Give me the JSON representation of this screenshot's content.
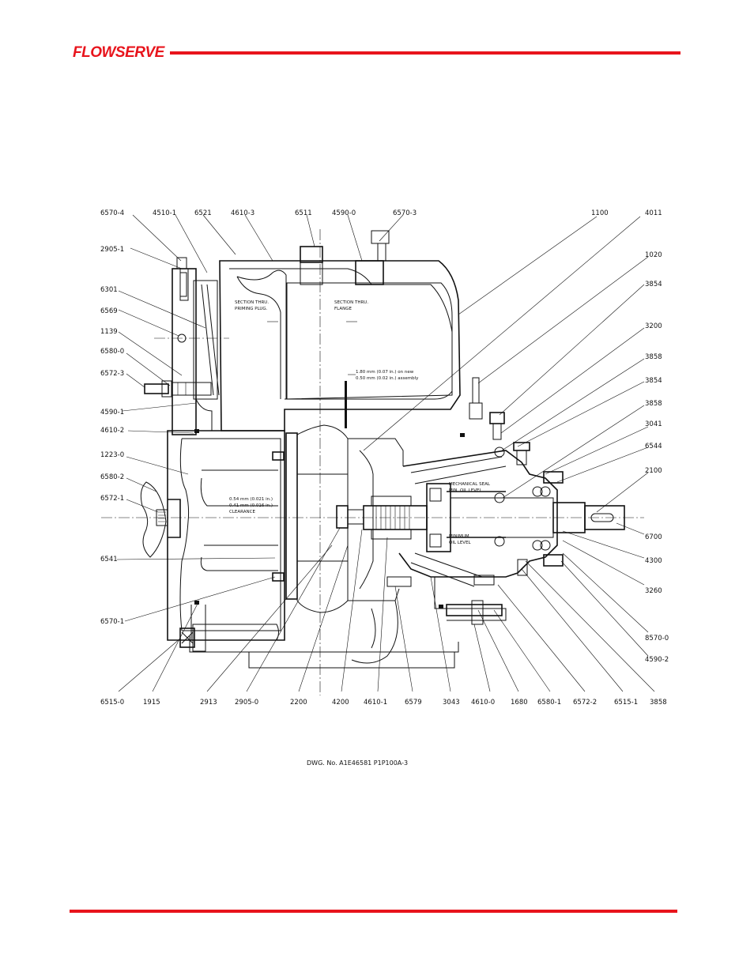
{
  "header": {
    "brand": "FLOWSERVE",
    "accent_color": "#e8141c"
  },
  "drawing": {
    "part_labels": [
      "6570-4",
      "4510-1",
      "6521",
      "4610-3",
      "6511",
      "4590-0",
      "6570-3",
      "1100",
      "4011",
      "2905-1",
      "1020",
      "6301",
      "3854",
      "6569",
      "3200",
      "1139",
      "3858",
      "6580-0",
      "3854",
      "6572-3",
      "3858",
      "4590-1",
      "3041",
      "4610-2",
      "6544",
      "1223-0",
      "2100",
      "6580-2",
      "6572-1",
      "6700",
      "6541",
      "4300",
      "3260",
      "6570-1",
      "8570-0",
      "4590-2",
      "6515-0",
      "1915",
      "2913",
      "2905-0",
      "2200",
      "4200",
      "4610-1",
      "6579",
      "3043",
      "4610-0",
      "1680",
      "6580-1",
      "6572-2",
      "6515-1",
      "3858"
    ],
    "notes": {
      "section_priming_line1": "SECTION THRU.",
      "section_priming_line2": "PRIMING PLUG.",
      "section_flange_line1": "SECTION THRU.",
      "section_flange_line2": "FLANGE",
      "gap_line1": "1.80 mm (0.07 in.) on new",
      "gap_line2": "0.50 mm (0.02 in.) assembly",
      "clearance_line1": "0.54 mm (0.021 in.)",
      "clearance_line2": "0.41 mm (0.016 in.)",
      "clearance_line3": "CLEARANCE",
      "mech_seal_line1": "MECHANICAL SEAL",
      "mech_seal_line2": "MIN. OIL LEVEL",
      "min_oil_line1": "MINIMUM",
      "min_oil_line2": "OIL LEVEL"
    },
    "drawing_number": "DWG. No. A1E46581   P1P100A-3"
  }
}
